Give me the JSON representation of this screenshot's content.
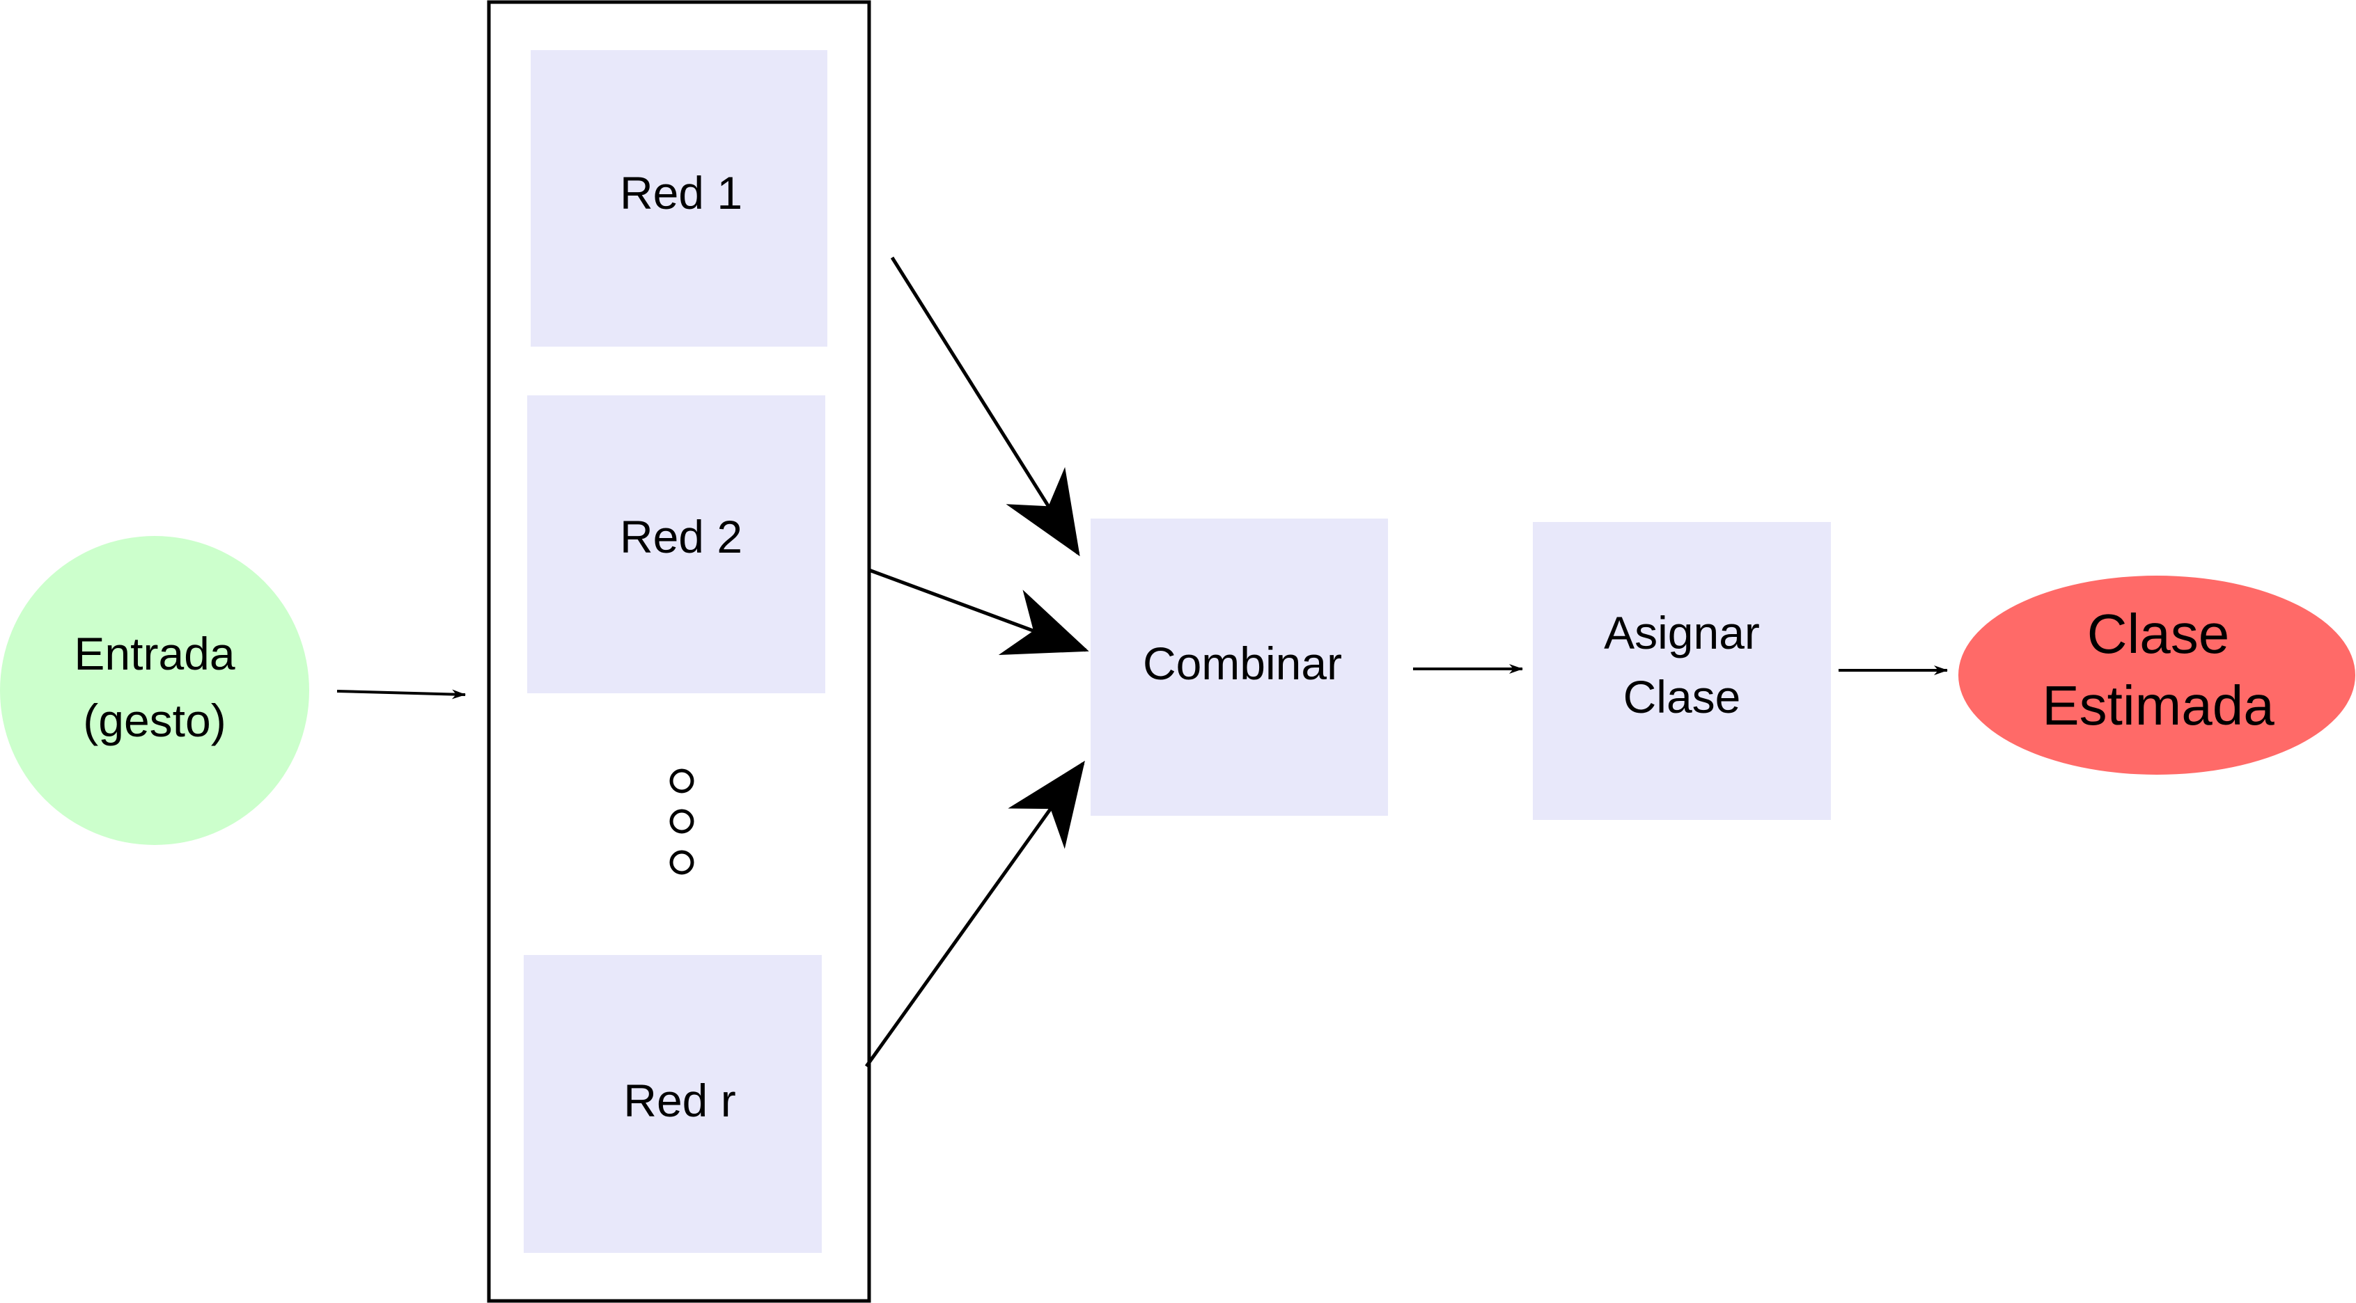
{
  "diagram": {
    "colors": {
      "input_fill": "#ccffcc",
      "network_fill": "#e8e8fa",
      "output_fill": "#ff6a68",
      "stroke": "#000000",
      "background": "#ffffff"
    },
    "input": {
      "line1": "Entrada",
      "line2": "(gesto)"
    },
    "ensemble": {
      "networks": [
        {
          "label": "Red 1"
        },
        {
          "label": "Red 2"
        },
        {
          "label": "Red r"
        }
      ],
      "ellipsis": "three-dots-vertical"
    },
    "combine": {
      "label": "Combinar"
    },
    "assign": {
      "line1": "Asignar",
      "line2": "Clase"
    },
    "output": {
      "line1": "Clase",
      "line2": "Estimada"
    }
  }
}
